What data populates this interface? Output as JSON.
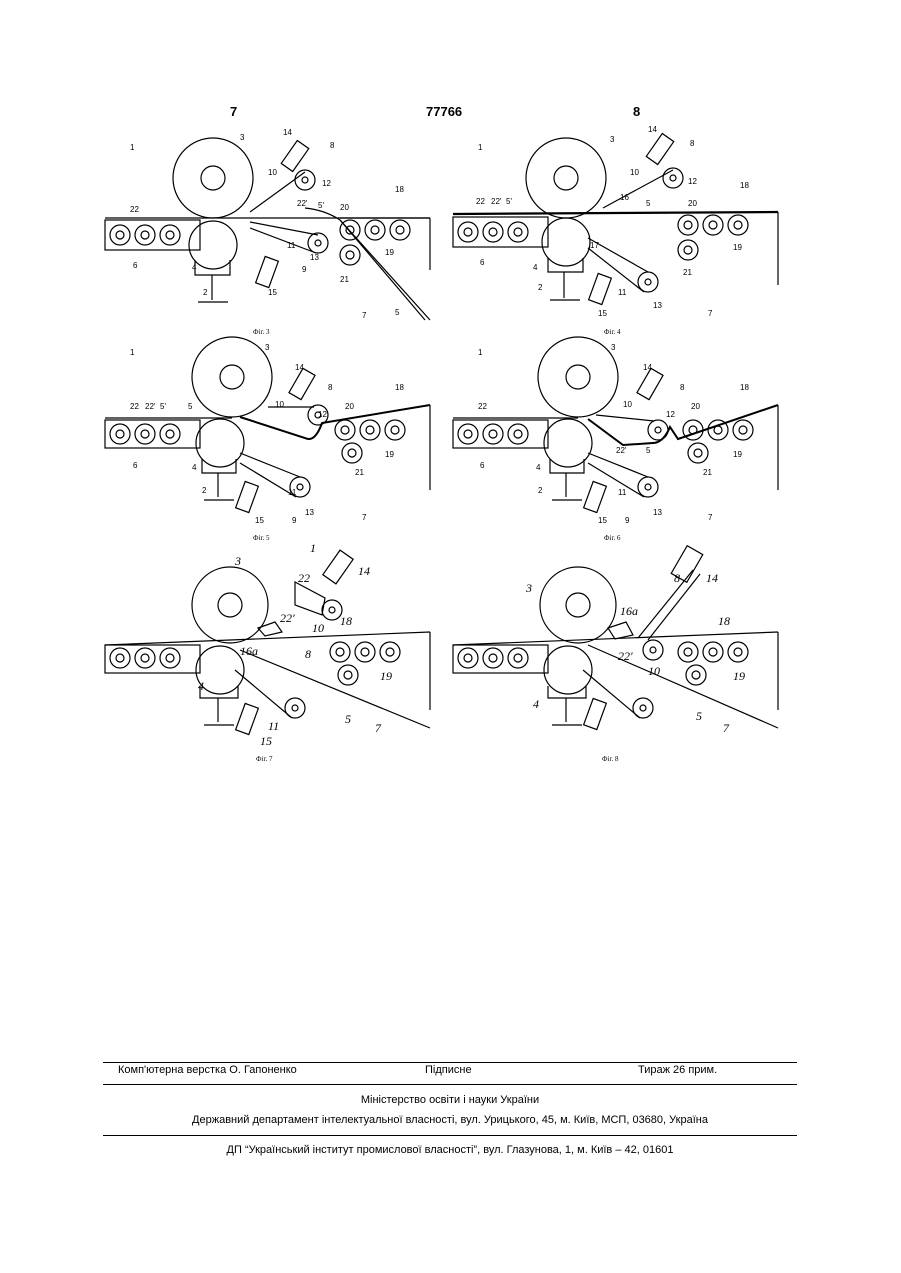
{
  "header": {
    "page_left": "7",
    "patent_no": "77766",
    "page_right": "8"
  },
  "figures": [
    {
      "caption": "Фіг. 3",
      "labels": [
        "1",
        "3",
        "14",
        "8",
        "10",
        "12",
        "22",
        "22'",
        "5'",
        "20",
        "18",
        "4",
        "11",
        "13",
        "9",
        "2",
        "15",
        "19",
        "21",
        "7",
        "5",
        "6"
      ]
    },
    {
      "caption": "Фіг. 4",
      "labels": [
        "1",
        "3",
        "14",
        "8",
        "10",
        "12",
        "16",
        "22",
        "22'",
        "5'",
        "5",
        "20",
        "18",
        "17",
        "4",
        "2",
        "11",
        "13",
        "15",
        "19",
        "21",
        "7",
        "6"
      ]
    },
    {
      "caption": "Фіг. 5",
      "labels": [
        "1",
        "3",
        "14",
        "8",
        "10",
        "12",
        "22",
        "22'",
        "5'",
        "5",
        "20",
        "18",
        "4",
        "11",
        "9",
        "13",
        "2",
        "15",
        "19",
        "21",
        "7",
        "6"
      ]
    },
    {
      "caption": "Фіг. 6",
      "labels": [
        "1",
        "3",
        "14",
        "8",
        "10",
        "12",
        "22",
        "22'",
        "5",
        "20",
        "18",
        "4",
        "11",
        "9",
        "13",
        "2",
        "15",
        "19",
        "21",
        "7",
        "6"
      ]
    },
    {
      "caption": "Фіг. 7",
      "labels": [
        "1",
        "3",
        "14",
        "22",
        "22'",
        "10",
        "16a",
        "18",
        "8",
        "19",
        "4",
        "11",
        "15",
        "5",
        "7"
      ]
    },
    {
      "caption": "Фіг. 8",
      "labels": [
        "3",
        "8",
        "14",
        "16a",
        "22'",
        "18",
        "10",
        "19",
        "4",
        "5",
        "7"
      ]
    }
  ],
  "footer": {
    "typesetting": "Комп'ютерна верстка О. Гапоненко",
    "signed": "Підписне",
    "circulation": "Тираж 26 прим.",
    "ministry": "Міністерство освіти і науки України",
    "department": "Державний департамент інтелектуальної власності, вул. Урицького, 45, м. Київ, МСП, 03680, Україна",
    "institute": "ДП “Український інститут промислової власності”, вул. Глазунова, 1, м. Київ – 42, 01601"
  }
}
